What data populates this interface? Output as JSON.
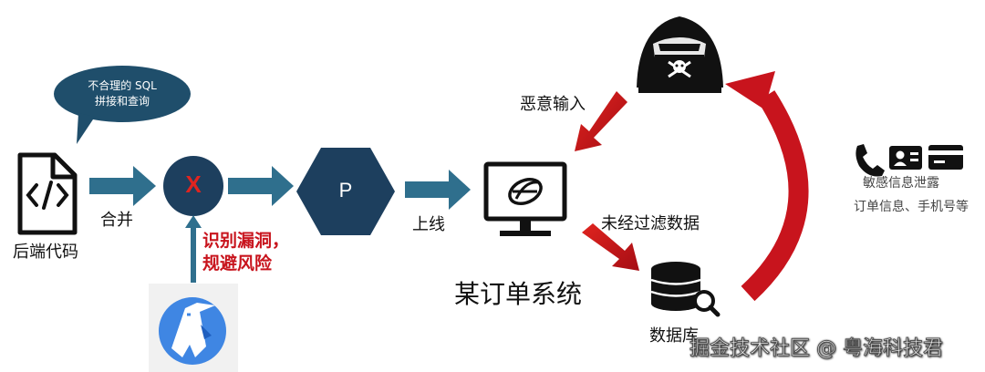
{
  "bubble": {
    "line1": "不合理的 SQL",
    "line2": "拼接和查询"
  },
  "source_code": {
    "label": "后端代码"
  },
  "merge": {
    "label": "合并"
  },
  "x_node": {
    "symbol": "X"
  },
  "detect": {
    "line1": "识别漏洞，",
    "line2": "规避风险"
  },
  "p_node": {
    "label": "P"
  },
  "deploy": {
    "label": "上线"
  },
  "system": {
    "label": "某订单系统"
  },
  "malicious": {
    "label": "恶意输入"
  },
  "unfiltered": {
    "label": "未经过滤数据"
  },
  "database": {
    "label": "数据库"
  },
  "leak": {
    "title": "敏感信息泄露",
    "detail": "订单信息、手机号等"
  },
  "watermark": {
    "text": "掘金技术社区 @ 粤海科技君"
  },
  "colors": {
    "navy": "#1d3f5e",
    "teal": "#2f6f8d",
    "red": "#c8141d",
    "bubble": "#1f4e6b"
  }
}
